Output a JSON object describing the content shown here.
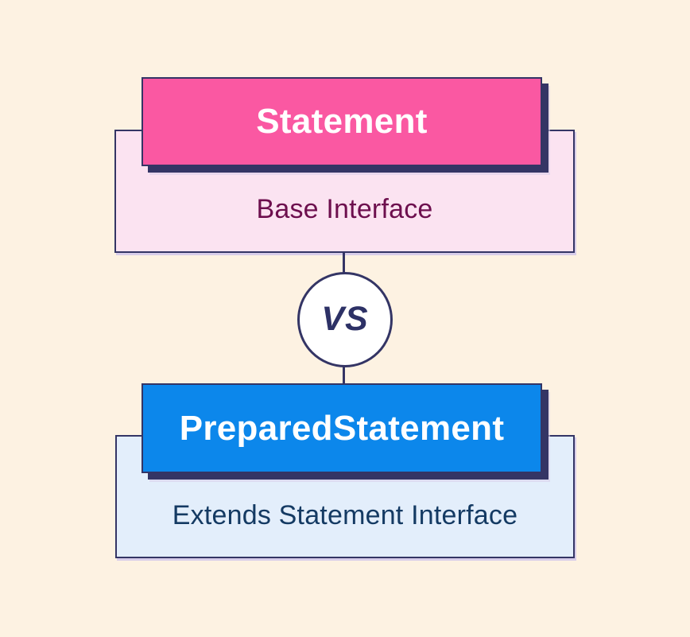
{
  "diagram": {
    "top": {
      "title": "Statement",
      "subtitle": "Base Interface"
    },
    "versus": "VS",
    "bottom": {
      "title": "PreparedStatement",
      "subtitle": "Extends Statement Interface"
    },
    "colors": {
      "background": "#FDF2E2",
      "pink": "#FA58A2",
      "pink_light": "#FBE3F1",
      "pink_text": "#6D0F4E",
      "blue": "#0C87EB",
      "blue_light": "#E3EEFB",
      "blue_text": "#143A63",
      "navy": "#343565",
      "vs_text": "#2D3166",
      "circle_fill": "#FFFFFF"
    }
  }
}
